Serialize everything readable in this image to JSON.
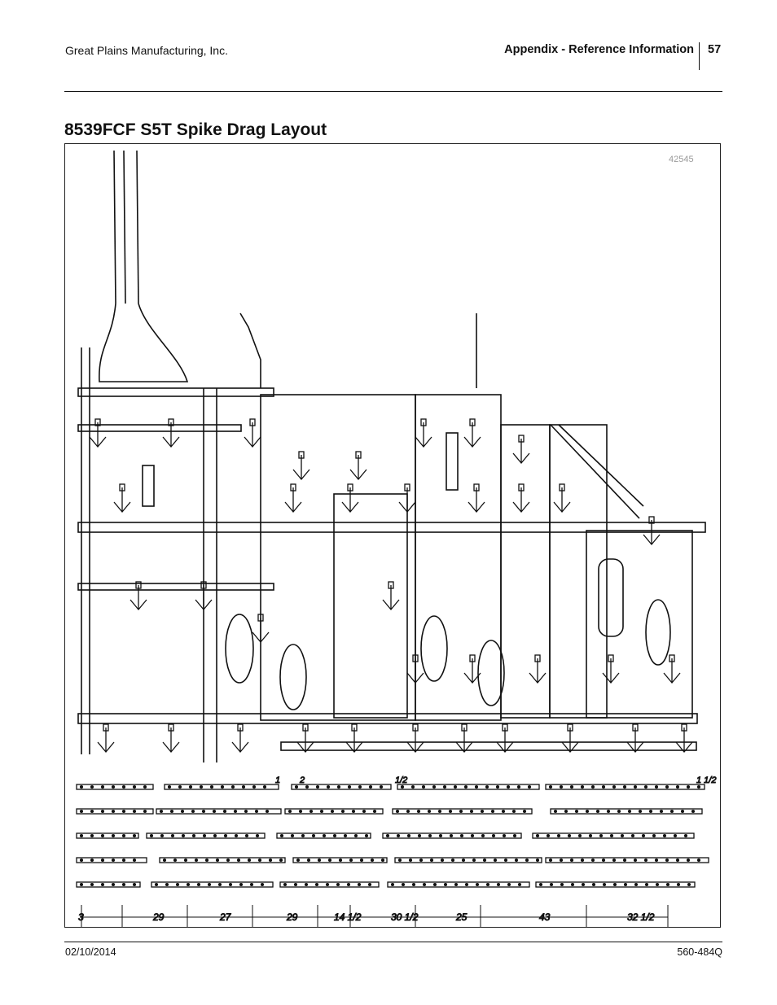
{
  "header": {
    "company": "Great Plains Manufacturing, Inc.",
    "section": "Appendix - Reference Information",
    "page_number": "57"
  },
  "title": "8539FCF S5T Spike Drag Layout",
  "figure": {
    "figure_number": "42545",
    "spacing_labels": [
      "1",
      "2",
      "1/2",
      "1 1/2"
    ],
    "dimensions": [
      "3",
      "29",
      "27",
      "29",
      "14 1/2",
      "30 1/2",
      "25",
      "43",
      "32 1/2"
    ]
  },
  "footer": {
    "date": "02/10/2014",
    "doc_number": "560-484Q"
  }
}
